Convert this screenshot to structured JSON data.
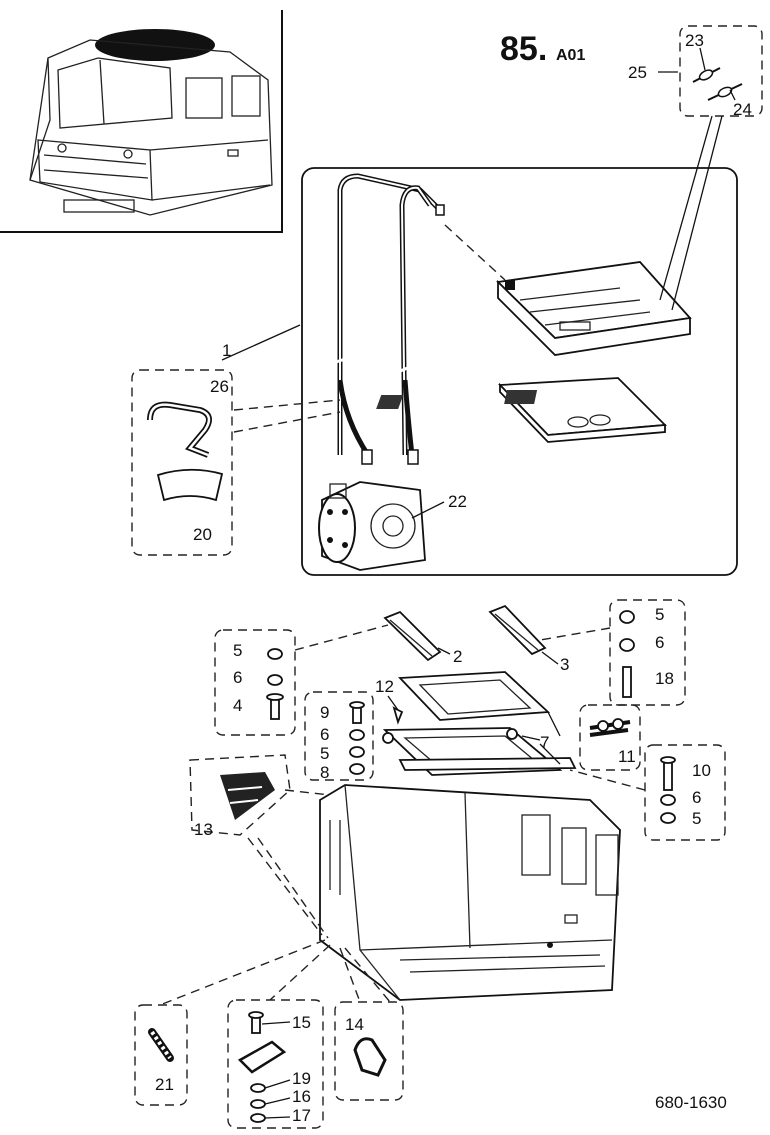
{
  "title": "85.",
  "title_suffix": "A01",
  "drawing_number": "680-1630",
  "callouts": {
    "c1": "1",
    "c2": "2",
    "c3": "3",
    "c4": "4",
    "c5a": "5",
    "c5b": "5",
    "c5c": "5",
    "c5d": "5",
    "c6a": "6",
    "c6b": "6",
    "c6c": "6",
    "c6d": "6",
    "c7": "7",
    "c8": "8",
    "c9": "9",
    "c10": "10",
    "c11": "11",
    "c12": "12",
    "c13": "13",
    "c14": "14",
    "c15": "15",
    "c16": "16",
    "c17": "17",
    "c18": "18",
    "c19": "19",
    "c20": "20",
    "c21": "21",
    "c22": "22",
    "c23": "23",
    "c24": "24",
    "c25": "25",
    "c26": "26"
  }
}
